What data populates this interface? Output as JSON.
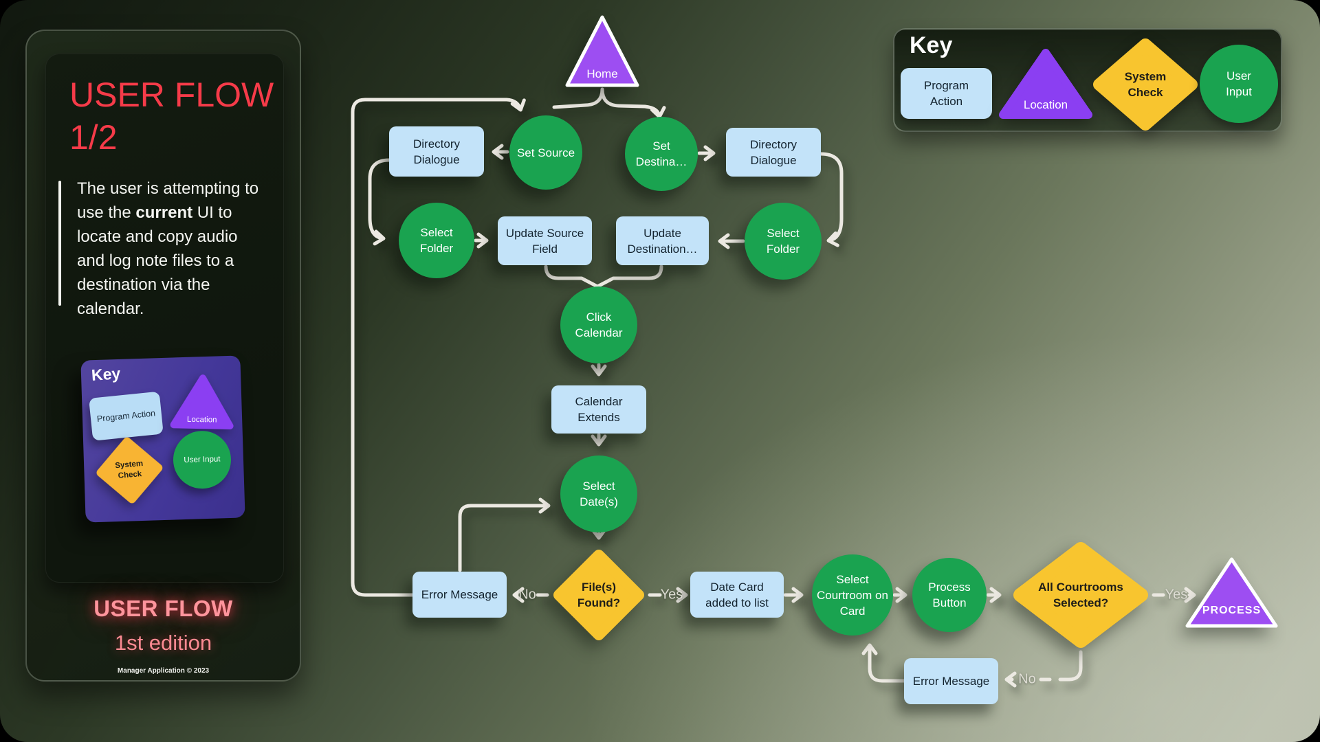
{
  "sidebar": {
    "title_line1": "USER FLOW",
    "title_line2": "1/2",
    "description": {
      "pre": "The user is attempting to use the ",
      "bold": "current",
      "post": " UI to locate and copy audio and log note files to a destination via the calendar."
    },
    "key_card": {
      "heading": "Key",
      "program_action": "Program Action",
      "location": "Location",
      "system_check": "System Check",
      "user_input": "User Input"
    },
    "footer": {
      "title": "USER FLOW",
      "subtitle": "1st edition",
      "note": "Manager Application © 2023"
    }
  },
  "legend": {
    "heading": "Key",
    "program_action": "Program Action",
    "location": "Location",
    "system_check": "System Check",
    "user_input": "User Input"
  },
  "flow": {
    "home": "Home",
    "set_source": "Set Source",
    "set_destination": "Set Destina…",
    "directory_dialogue": "Directory Dialogue",
    "select_folder": "Select Folder",
    "update_source_field": "Update Source Field",
    "update_destination": "Update Destination…",
    "click_calendar": "Click Calendar",
    "calendar_extends": "Calendar Extends",
    "select_dates": "Select Date(s)",
    "files_found": "File(s) Found?",
    "error_message": "Error Message",
    "date_card": "Date Card added to list",
    "select_courtroom": "Select Courtroom on Card",
    "process_button": "Process Button",
    "all_courtrooms": "All Courtrooms Selected?",
    "process": "PROCESS",
    "labels": {
      "no_files": "No",
      "yes_files": "Yes",
      "yes_courtrooms": "Yes",
      "no_courtrooms": "No"
    }
  },
  "colors": {
    "accent_red": "#f63b49",
    "program_action_blue": "#c3e3f9",
    "location_purple": "#9b4cf3",
    "system_check_yellow": "#f8c52f",
    "user_input_green": "#1aa350",
    "connector": "#ece9e2"
  }
}
